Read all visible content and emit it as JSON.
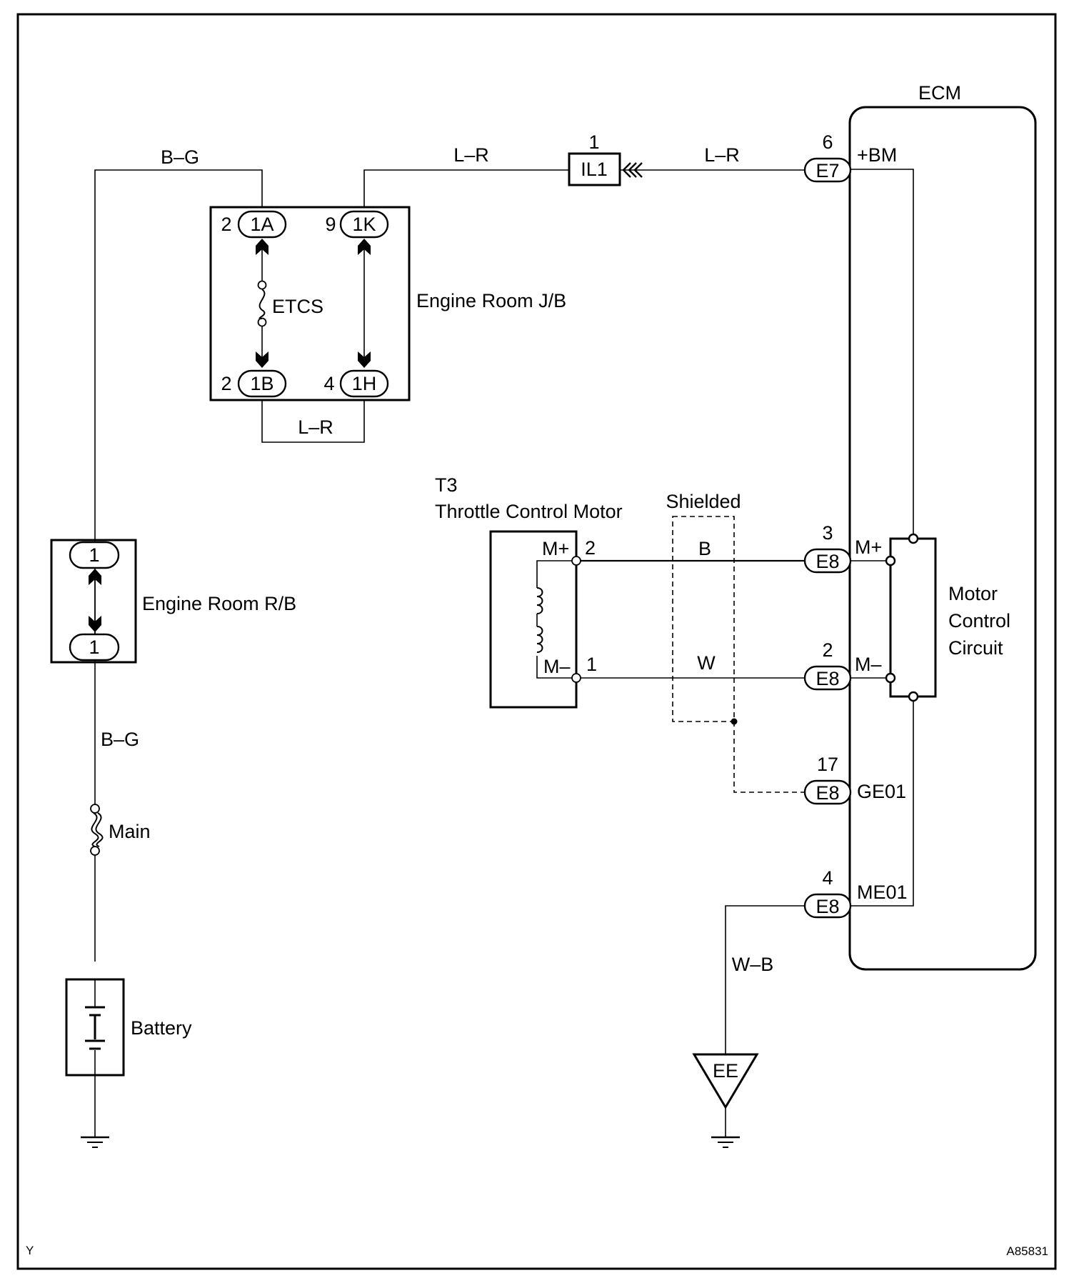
{
  "wires": {
    "bg_top": "B–G",
    "lr_jb_top": "L–R",
    "lr_ecm": "L–R",
    "lr_jb_bottom": "L–R",
    "bg_bottom": "B–G",
    "motor_plus": "B",
    "motor_minus": "W",
    "ground": "W–B"
  },
  "ecm": {
    "title": "ECM",
    "motor_control": [
      "Motor",
      "Control",
      "Circuit"
    ],
    "terminals": {
      "bm": "+BM",
      "mplus": "M+",
      "mminus": "M–",
      "ge01": "GE01",
      "me01": "ME01"
    }
  },
  "connectors": {
    "e7": {
      "label": "E7",
      "pin": "6"
    },
    "e8_mplus": {
      "label": "E8",
      "pin": "3"
    },
    "e8_mminus": {
      "label": "E8",
      "pin": "2"
    },
    "e8_ge01": {
      "label": "E8",
      "pin": "17"
    },
    "e8_me01": {
      "label": "E8",
      "pin": "4"
    },
    "il1": {
      "label": "IL1",
      "pin": "1"
    }
  },
  "jb": {
    "name": "Engine Room J/B",
    "fuse": "ETCS",
    "c1a": {
      "label": "1A",
      "pin": "2"
    },
    "c1k": {
      "label": "1K",
      "pin": "9"
    },
    "c1b": {
      "label": "1B",
      "pin": "2"
    },
    "c1h": {
      "label": "1H",
      "pin": "4"
    }
  },
  "rb": {
    "name": "Engine Room R/B",
    "top": "1",
    "bottom": "1"
  },
  "fuse_main": "Main",
  "battery": "Battery",
  "motor": {
    "code": "T3",
    "name": "Throttle Control Motor",
    "mplus": "M+",
    "mminus": "M–",
    "pin_plus": "2",
    "pin_minus": "1"
  },
  "shield": "Shielded",
  "ground_ee": "EE",
  "corner_left": "Y",
  "corner_right": "A85831"
}
